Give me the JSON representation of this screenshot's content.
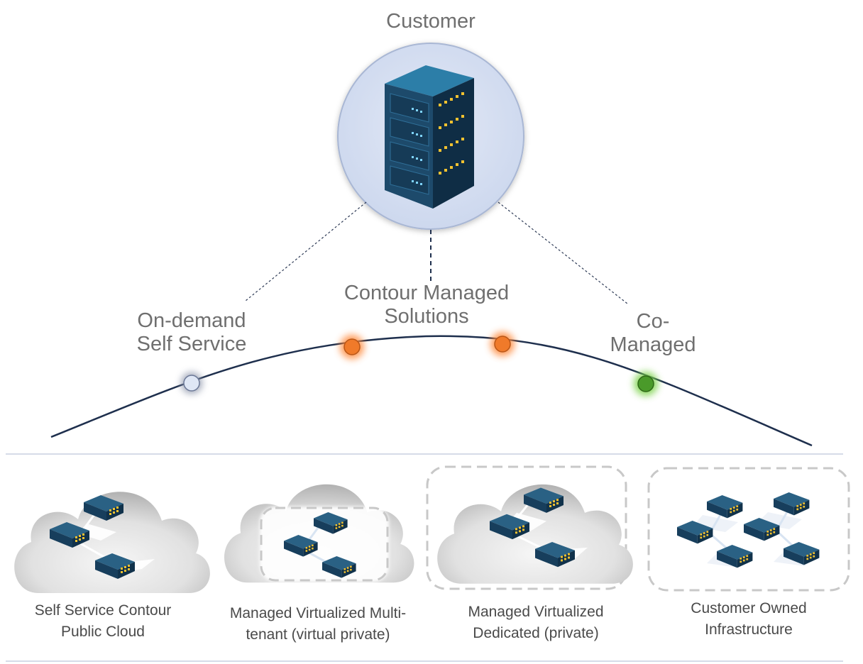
{
  "hub": {
    "title": "Customer",
    "icon": "server-rack-icon"
  },
  "spectrum": {
    "points": [
      {
        "id": "on-demand",
        "line1": "On-demand",
        "line2": "Self Service",
        "color": "#dfe7f5",
        "glow": "#8a93a8"
      },
      {
        "id": "contour-managed",
        "line1": "Contour Managed",
        "line2": "Solutions",
        "color": "#f07a2a",
        "glow": "#ff8a3d"
      },
      {
        "id": "co-managed",
        "line1": "Co-",
        "line2": "Managed",
        "color": "#4a9a2a",
        "glow": "#7ad24a"
      }
    ]
  },
  "offerings": [
    {
      "id": "public-cloud",
      "line1": "Self Service Contour",
      "line2": "Public Cloud",
      "icon": "cloud-network-icon"
    },
    {
      "id": "multi-tenant",
      "line1": "Managed Virtualized Multi-",
      "line2": "tenant (virtual private)",
      "icon": "cloud-network-icon"
    },
    {
      "id": "dedicated",
      "line1": "Managed Virtualized",
      "line2": "Dedicated (private)",
      "icon": "cloud-network-icon"
    },
    {
      "id": "owned",
      "line1": "Customer Owned",
      "line2": "Infrastructure",
      "icon": "server-network-icon"
    }
  ],
  "colors": {
    "curve": "#1e2f4d",
    "hub_fill": "#d7e0f1",
    "server": "#1d4a6b",
    "server_dark": "#0f2d45",
    "led": "#f2c230",
    "dashed_frame": "#c8c8c8",
    "divider": "#c9cfe0"
  }
}
